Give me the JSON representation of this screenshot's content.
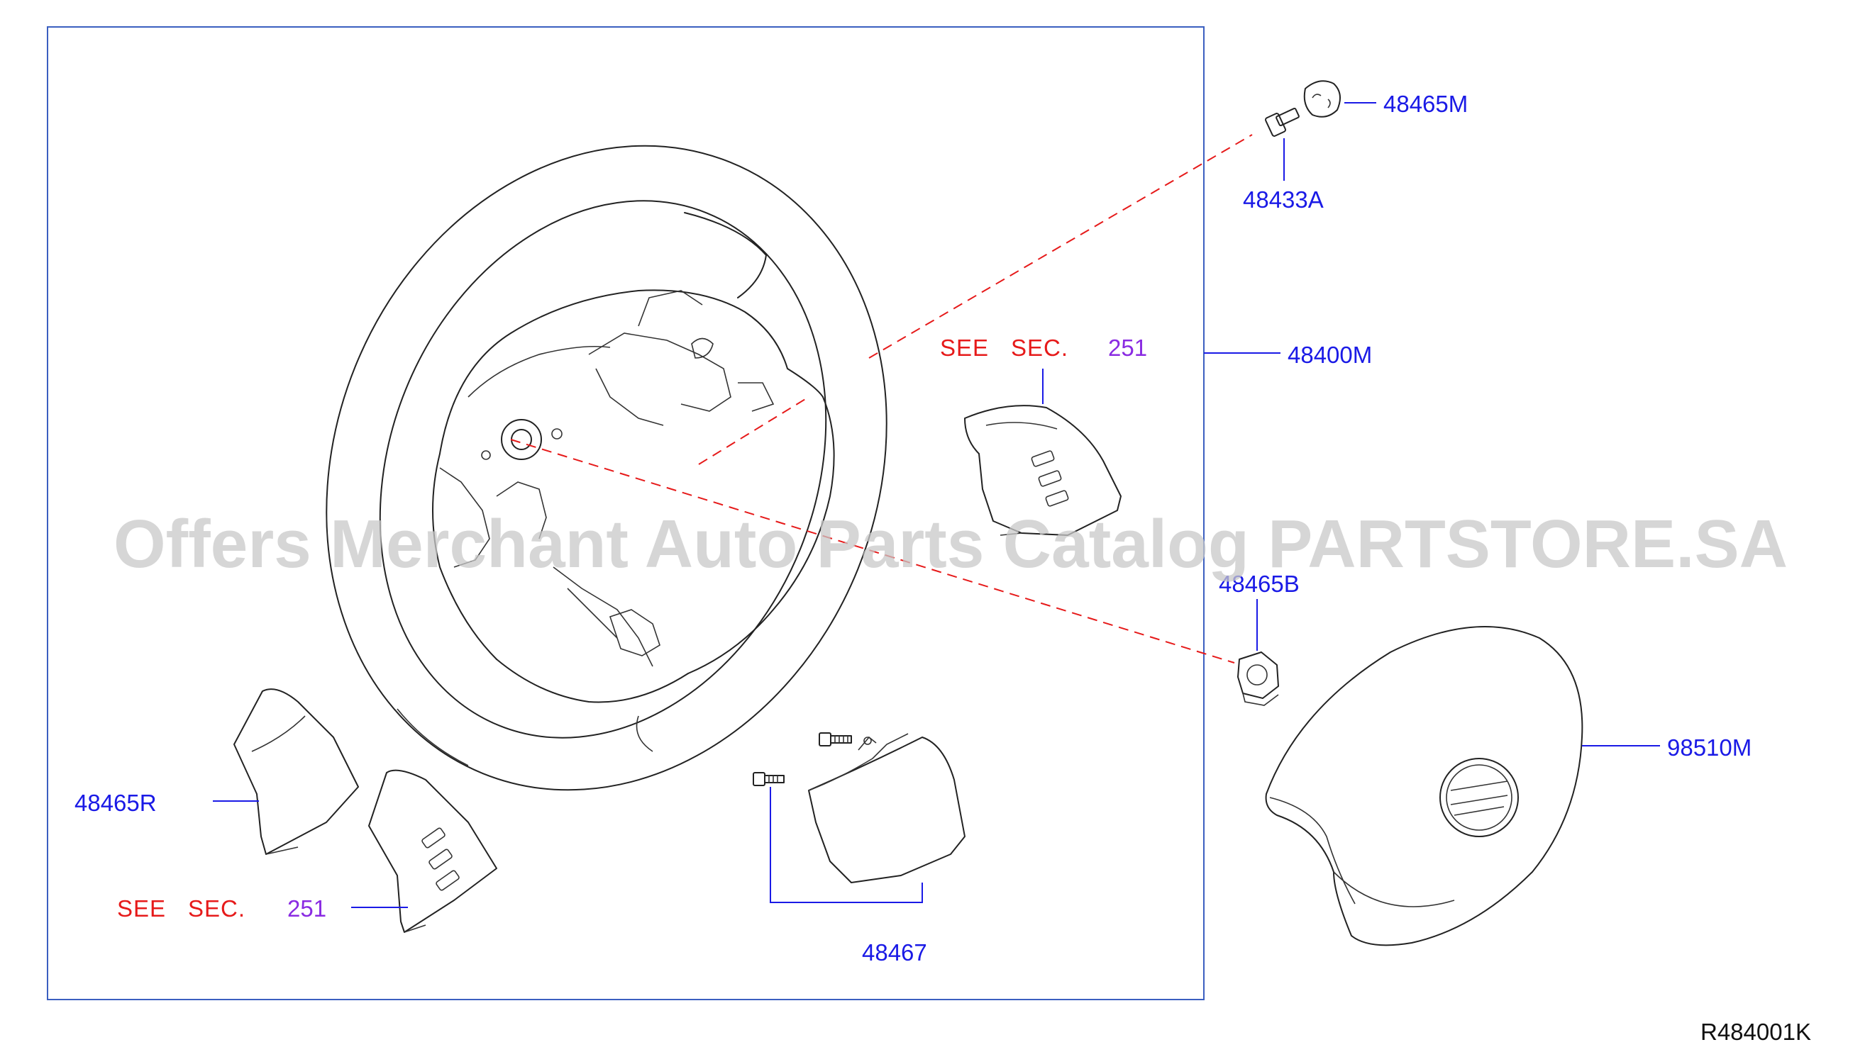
{
  "labels": {
    "p48465M": "48465M",
    "p48433A": "48433A",
    "p48400M": "48400M",
    "p48465B": "48465B",
    "p98510M": "98510M",
    "p48465R": "48465R",
    "p48467": "48467"
  },
  "see_sec": {
    "top": {
      "see": "SEE",
      "sec": "SEC.",
      "num": "251"
    },
    "bottom": {
      "see": "SEE",
      "sec": "SEC.",
      "num": "251"
    }
  },
  "drawing_code": "R484001K",
  "watermark": "Offers Merchant Auto Parts Catalog PARTSTORE.SA",
  "colors": {
    "part_number": "#1a1ae6",
    "see_text": "#e61a1a",
    "section_number": "#8a2be2",
    "frame": "#3b5fc0",
    "dashed_leader": "#e61a1a"
  }
}
